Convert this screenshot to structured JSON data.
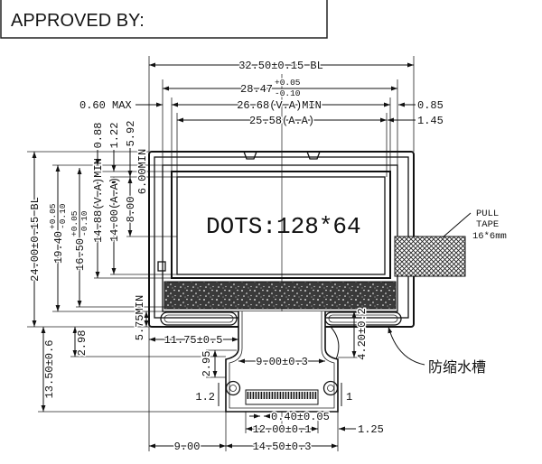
{
  "header": {
    "approved_by": "APPROVED BY:"
  },
  "top_dims": {
    "overall_width": "32.50±0.15 BL",
    "glass_width": "28.47",
    "glass_width_tol_plus": "+0.05",
    "glass_width_tol_minus": "-0.10",
    "max_offset": "0.60 MAX",
    "va_width": "26.68(V.A)MIN",
    "aa_width": "25.58(A.A)",
    "right_offset_1": "0.85",
    "right_offset_2": "1.45"
  },
  "left_dims": {
    "overall_height": "24.00±0.15 BL",
    "glass_height": "19.40",
    "glass_height_tol_plus": "+0.05",
    "glass_height_tol_minus": "-0.10",
    "polarizer_height": "16.50",
    "polarizer_height_tol_plus": "+0.05",
    "polarizer_height_tol_minus": "-0.10",
    "va_height": "14.88(V.A)MIN",
    "aa_height": "14.00(A.A)",
    "center_height": "8.00",
    "offset_1": "0.88",
    "offset_2": "1.22",
    "offset_3": "5.92",
    "offset_4": "6.00MIN"
  },
  "display": {
    "dots": "DOTS:128*64"
  },
  "pull_tape": {
    "line1": "PULL",
    "line2": "TAPE",
    "line3": "16*6mm"
  },
  "bottom_dims": {
    "ledge_min": "5.75MIN",
    "fpc_offset": "11.75±0.5",
    "fpc_bend": "2.95",
    "fpc_width": "9.00±0.3",
    "fpc_neck": "4.20±0.2",
    "slot_note": "防缩水槽",
    "fpc_length": "13.50±0.6",
    "fpc_tail": "2.98",
    "stiffener": "1.2",
    "pin_one": "1",
    "pin_pitch": "0.40±0.05",
    "pin_span": "12.00±0.1",
    "pin_edge": "1.25",
    "tail_offset": "9.00",
    "tail_width": "14.50±0.3"
  }
}
